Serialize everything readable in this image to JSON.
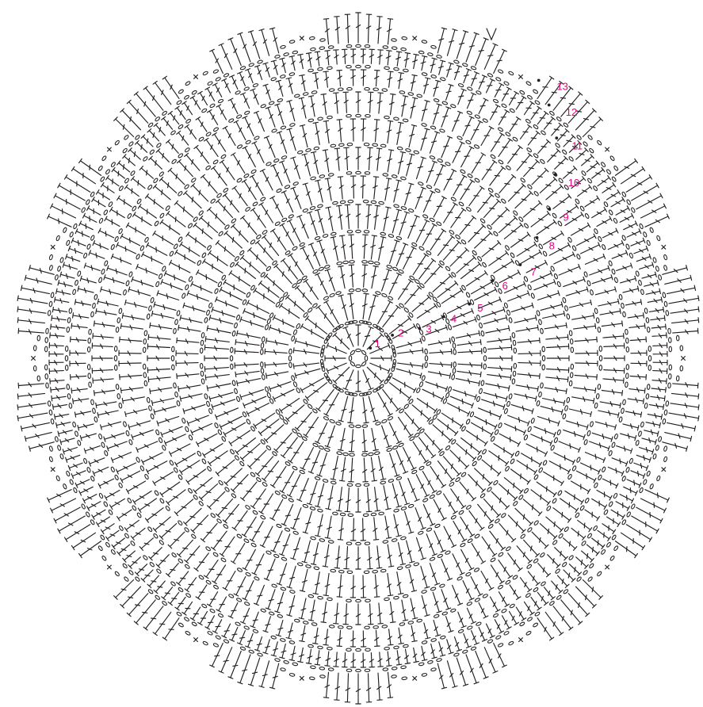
{
  "diagram": {
    "round_numbers": [
      "1",
      "2",
      "3",
      "4",
      "5",
      "6",
      "7",
      "8",
      "9",
      "10",
      "11",
      "12",
      "13"
    ],
    "colors": {
      "stitch_ink": "#231f20",
      "round_labels": "#e6007e",
      "background": "#ffffff"
    },
    "symbols": [
      "chain-stitch",
      "single-crochet",
      "double-crochet",
      "slip-stitch",
      "start-arrow"
    ],
    "scallop_count": 18
  }
}
